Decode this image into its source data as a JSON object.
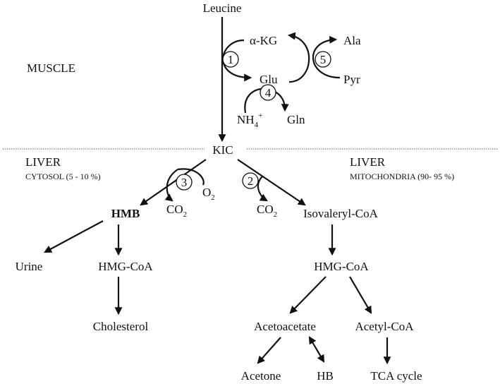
{
  "sections": {
    "muscle": "MUSCLE",
    "liver_left": "LIVER",
    "cytosol": "CYTOSOL  (5 - 10 %)",
    "liver_right": "LIVER",
    "mitochondria": "MITOCHONDRIA  (90- 95 %)"
  },
  "molecules": {
    "leucine": "Leucine",
    "akg": "α-KG",
    "glu": "Glu",
    "ala": "Ala",
    "pyr": "Pyr",
    "nh4": "NH",
    "nh4_sub": "4",
    "nh4_sup": "+",
    "gln": "Gln",
    "kic": "KIC",
    "o2": "O",
    "o2_sub": "2",
    "co2_left": "CO",
    "co2_left_sub": "2",
    "co2_right": "CO",
    "co2_right_sub": "2",
    "hmb": "HMB",
    "urine": "Urine",
    "hmgcoa_left": "HMG-CoA",
    "cholesterol": "Cholesterol",
    "isovaleryl": "Isovaleryl-CoA",
    "hmgcoa_right": "HMG-CoA",
    "acetoacetate": "Acetoacetate",
    "acetylcoa": "Acetyl-CoA",
    "acetone": "Acetone",
    "hb": "HB",
    "tca": "TCA cycle"
  },
  "enzymes": {
    "e1": "1",
    "e2": "2",
    "e3": "3",
    "e4": "4",
    "e5": "5"
  }
}
